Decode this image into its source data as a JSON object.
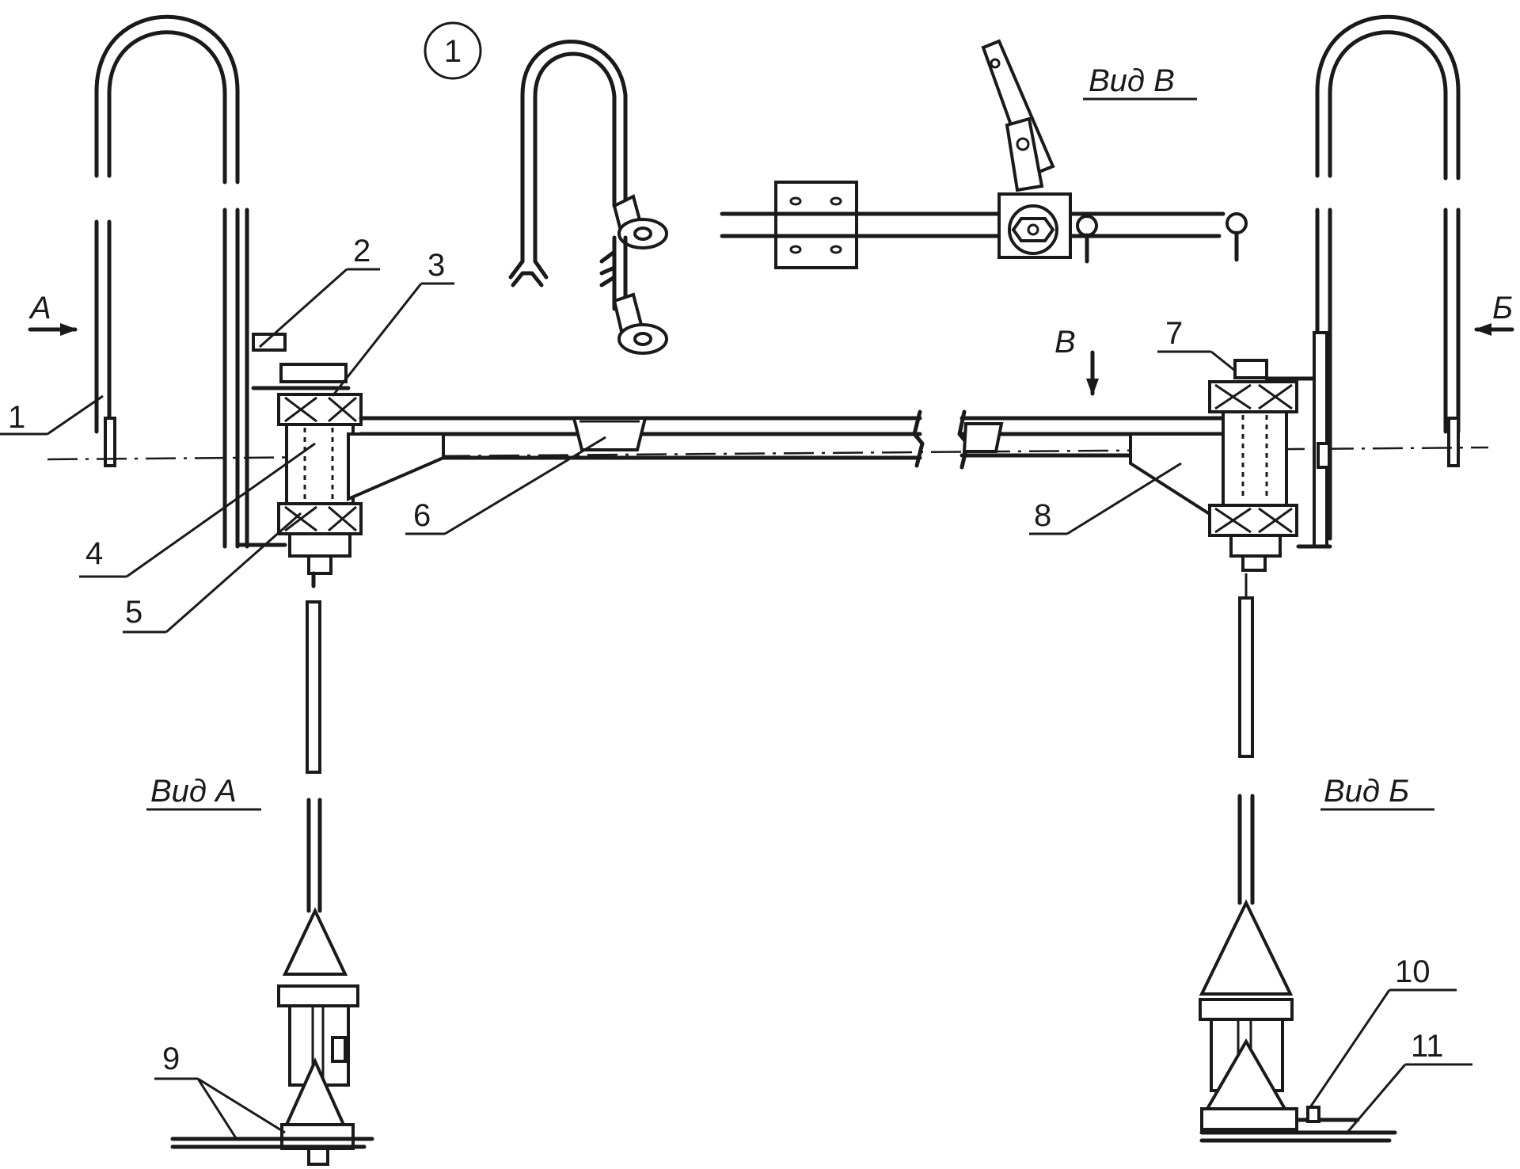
{
  "figure": {
    "number": "1"
  },
  "callouts": {
    "n1": "1",
    "n2": "2",
    "n3": "3",
    "n4": "4",
    "n5": "5",
    "n6": "6",
    "n7": "7",
    "n8": "8",
    "n9": "9",
    "n10": "10",
    "n11": "11"
  },
  "view_arrows": {
    "a": "А",
    "b": "Б",
    "v": "В"
  },
  "view_titles": {
    "view_a": "Вид А",
    "view_b": "Вид Б",
    "view_v": "Вид В"
  }
}
